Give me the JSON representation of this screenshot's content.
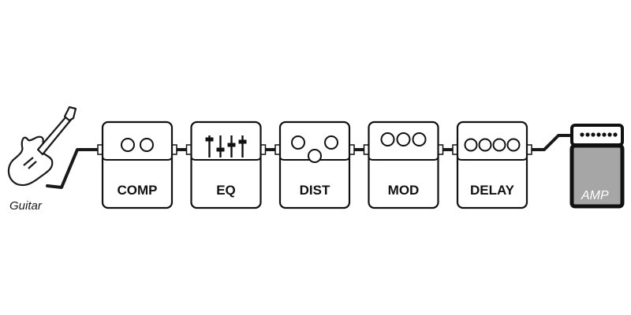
{
  "guitar": {
    "label": "Guitar",
    "icon": "electric-guitar-icon"
  },
  "pedals": [
    {
      "id": "comp",
      "label": "COMP",
      "controls": "knobs-2"
    },
    {
      "id": "eq",
      "label": "EQ",
      "controls": "sliders-4"
    },
    {
      "id": "dist",
      "label": "DIST",
      "controls": "knobs-3-triangle"
    },
    {
      "id": "mod",
      "label": "MOD",
      "controls": "knobs-3"
    },
    {
      "id": "delay",
      "label": "DELAY",
      "controls": "knobs-4"
    }
  ],
  "amp": {
    "label": "AMP",
    "body_color": "#a6a6a6",
    "icon": "amplifier-icon"
  },
  "colors": {
    "outline": "#111111",
    "cable": "#1a1a1a",
    "pedal_fill": "#ffffff"
  }
}
